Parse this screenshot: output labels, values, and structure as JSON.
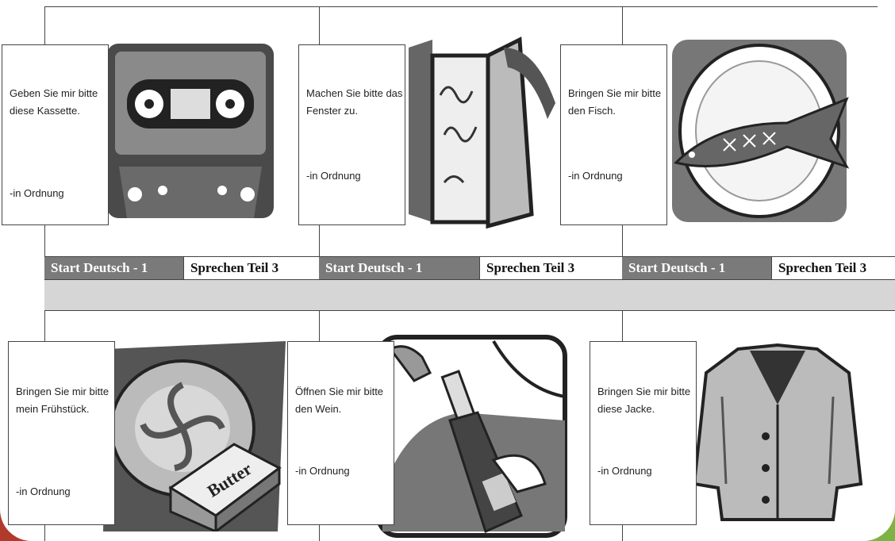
{
  "cards": [
    {
      "text": "Geben Sie mir bitte diese Kassette.",
      "response": "-in Ordnung",
      "icon": "cassette-icon"
    },
    {
      "text": "Machen Sie bitte das Fenster zu.",
      "response": "-in Ordnung",
      "icon": "window-icon"
    },
    {
      "text": "Bringen Sie mir bitte den Fisch.",
      "response": "-in Ordnung",
      "icon": "fish-plate-icon"
    },
    {
      "text": "Bringen Sie mir bitte mein Frühstück.",
      "response": "-in Ordnung",
      "icon": "butter-icon"
    },
    {
      "text": "Öffnen Sie mir bitte den Wein.",
      "response": "-in Ordnung",
      "icon": "wine-bottle-icon"
    },
    {
      "text": "Bringen Sie mir bitte diese Jacke.",
      "response": "-in Ordnung",
      "icon": "jacket-icon"
    }
  ],
  "bands": [
    {
      "start": "Start Deutsch - 1",
      "teil": "Sprechen Teil 3"
    },
    {
      "start": "Start Deutsch - 1",
      "teil": "Sprechen Teil 3"
    },
    {
      "start": "Start Deutsch - 1",
      "teil": "Sprechen Teil 3"
    }
  ],
  "butter_label": "Butter",
  "colors": {
    "band_gray": "#7a7a7a",
    "row_gray": "#d6d6d6",
    "corner_red": "#b23a2a",
    "corner_green": "#7cb342"
  }
}
